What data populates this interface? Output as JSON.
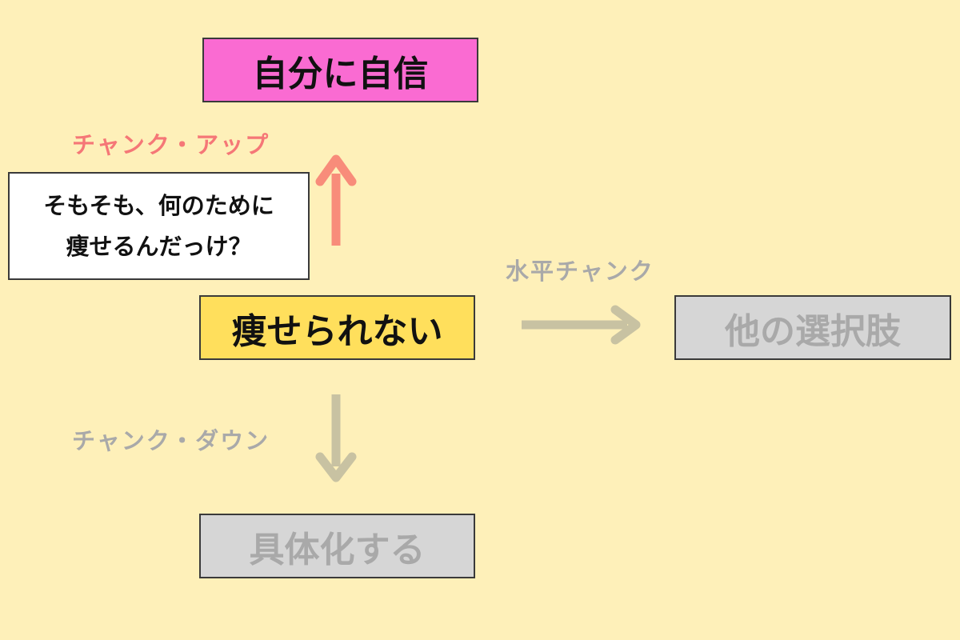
{
  "nodes": {
    "top": "自分に自信",
    "center": "痩せられない",
    "right": "他の選択肢",
    "bottom": "具体化する"
  },
  "labels": {
    "chunk_up": "チャンク・アップ",
    "horizontal": "水平チャンク",
    "chunk_down": "チャンク・ダウン"
  },
  "question": {
    "line1": "そもそも、何のために",
    "line2": "痩せるんだっけ？"
  },
  "colors": {
    "background": "#FEF0B9",
    "top_fill": "#FA6BD2",
    "center_fill": "#FFDF5C",
    "inactive_fill": "#D6D6D6",
    "inactive_text": "#A9A9A9",
    "chunk_up_accent": "#F57777",
    "arrow_up": "#F88C7A",
    "arrow_inactive": "#C8C2A2"
  }
}
